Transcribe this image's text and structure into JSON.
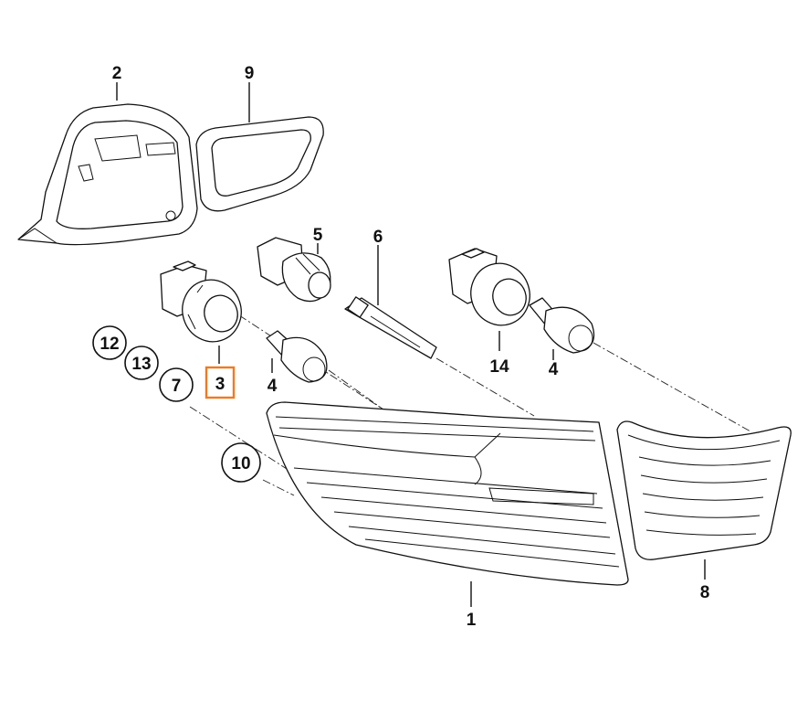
{
  "diagram": {
    "highlight_color": "#ee7b22",
    "callouts": {
      "c1": "1",
      "c2": "2",
      "c3": "3",
      "c4a": "4",
      "c4b": "4",
      "c5": "5",
      "c6": "6",
      "c7": "7",
      "c8": "8",
      "c9": "9",
      "c10": "10",
      "c12": "12",
      "c13": "13",
      "c14": "14"
    }
  }
}
